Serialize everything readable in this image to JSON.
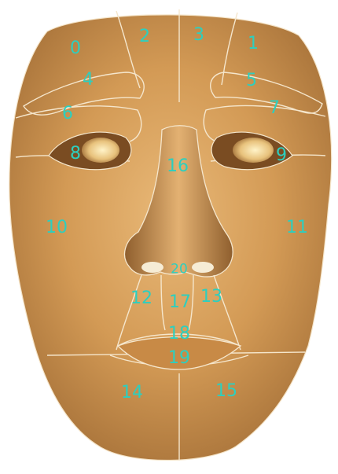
{
  "figure": {
    "label_color": "#2ccfbf",
    "skin_color": "#d9a45e",
    "region_labels": [
      "0",
      "1",
      "2",
      "3",
      "4",
      "5",
      "6",
      "7",
      "8",
      "9",
      "10",
      "11",
      "12",
      "13",
      "14",
      "15",
      "16",
      "17",
      "18",
      "19",
      "20"
    ]
  }
}
